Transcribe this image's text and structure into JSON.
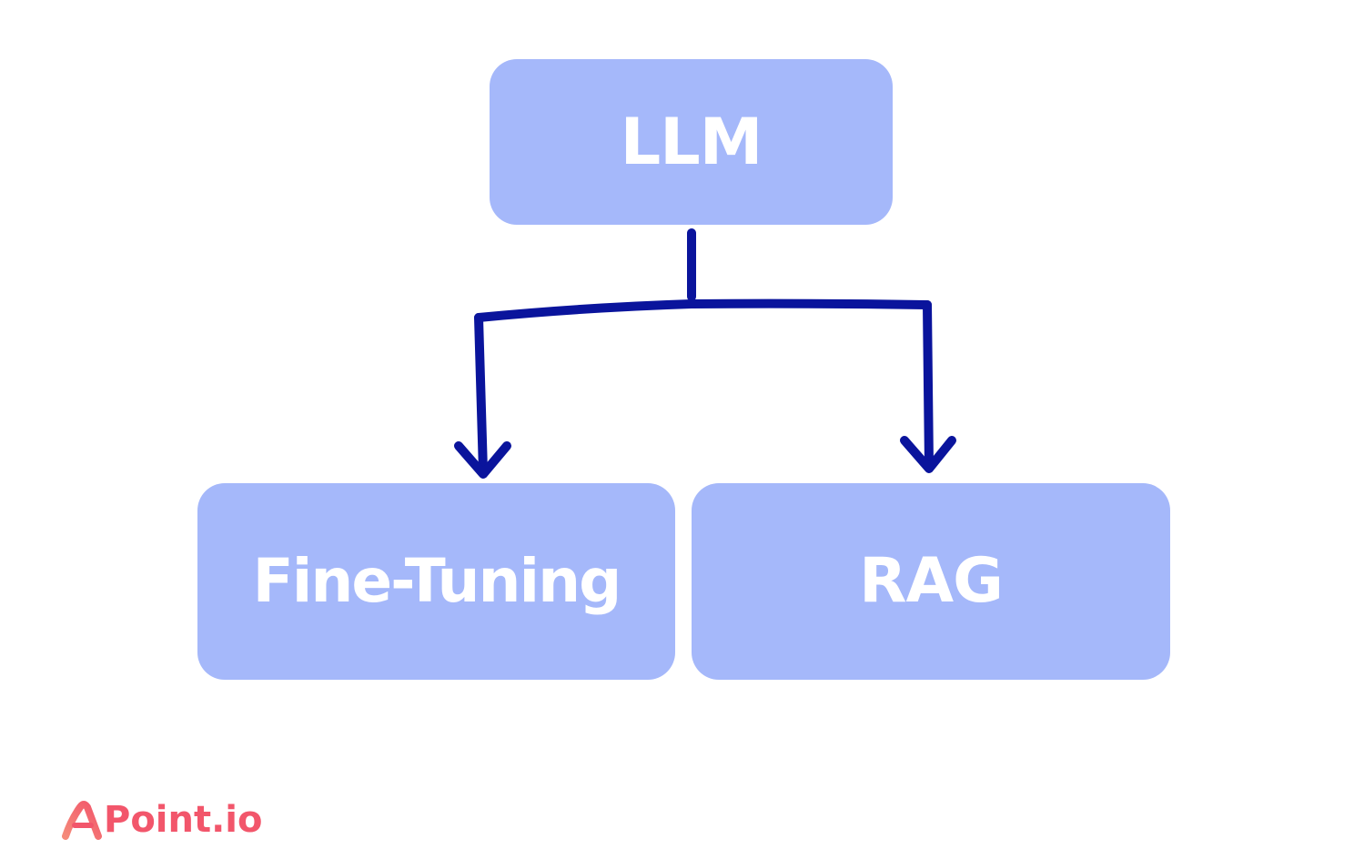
{
  "diagram": {
    "nodes": [
      {
        "id": "llm",
        "label": "LLM"
      },
      {
        "id": "fine_tuning",
        "label": "Fine-Tuning"
      },
      {
        "id": "rag",
        "label": "RAG"
      }
    ],
    "edges": [
      {
        "from": "llm",
        "to": "fine_tuning"
      },
      {
        "from": "llm",
        "to": "rag"
      }
    ],
    "colors": {
      "node_fill": "#a5b8fa",
      "node_text": "#ffffff",
      "connector": "#0a149c",
      "background": "#ffffff"
    }
  },
  "brand": {
    "text": "Point.io",
    "logo_letter": "A",
    "color": "#f2566b"
  }
}
